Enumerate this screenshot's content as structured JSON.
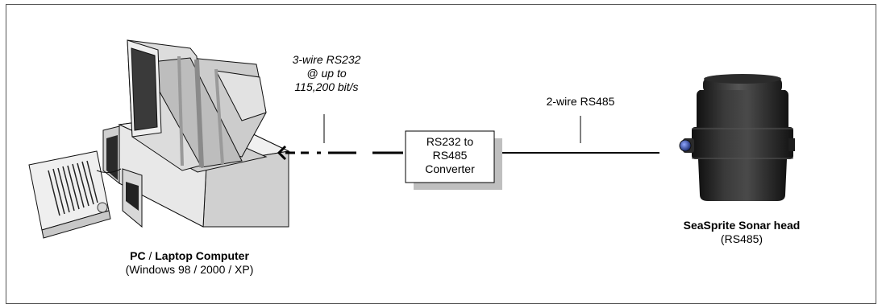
{
  "link_rs232": {
    "line1": "3-wire RS232",
    "line2": "@ up to",
    "line3": "115,200 bit/s"
  },
  "link_rs485": {
    "label": "2-wire RS485"
  },
  "converter": {
    "line1": "RS232 to",
    "line2": "RS485",
    "line3": "Converter"
  },
  "pc": {
    "name_part1": "PC",
    "separator": "/",
    "name_part2": "Laptop Computer",
    "os": "(Windows 98 / 2000 / XP)"
  },
  "sonar": {
    "name": "SeaSprite Sonar head",
    "interface": "(RS485)"
  },
  "colors": {
    "frame": "#555555",
    "line": "#000000",
    "computer_light": "#e6e6e6",
    "computer_mid": "#cfcfcf",
    "computer_dark": "#a9a9a9",
    "box_shadow": "#bfbfbf",
    "sonar_body": "#2a2a2a",
    "connector": "#2b3f8c"
  },
  "icons": [
    "computer-icon",
    "keyboard-icon",
    "sonar-head-icon",
    "arrow-left-icon"
  ]
}
